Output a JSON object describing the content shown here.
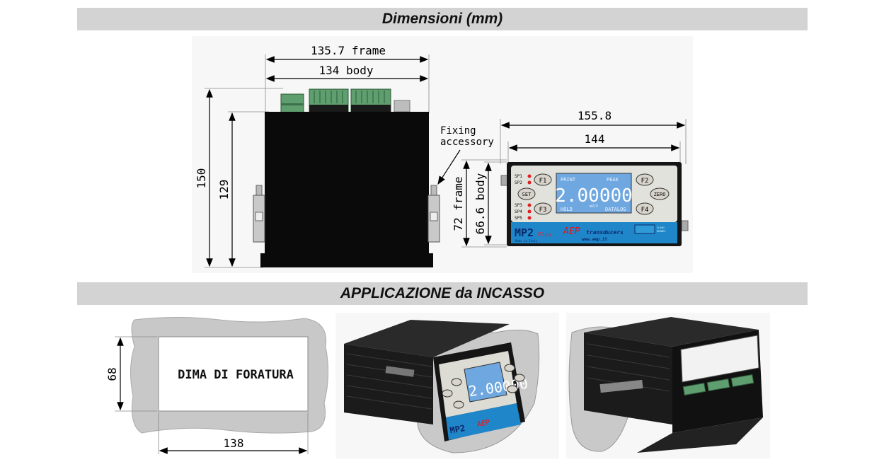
{
  "headers": {
    "dimensions": "Dimensioni (mm)",
    "application": "APPLICAZIONE da INCASSO"
  },
  "side_view": {
    "frame_width": "135.7 frame",
    "body_width": "134 body",
    "overall_height": "150",
    "body_height": "129",
    "fixing_accessory": [
      "Fixing",
      "accessory"
    ]
  },
  "front_view": {
    "frame_width": "155.8",
    "body_width": "144",
    "frame_height": "72 frame",
    "body_height": "66.6 body"
  },
  "instrument": {
    "display_value": "2.00000",
    "display_unit": "mV/V",
    "display_top": [
      "PRINT",
      "PEAK"
    ],
    "display_bottom": [
      "HOLD",
      "DATALOG"
    ],
    "left_leds_top": [
      "SP1",
      "SP2"
    ],
    "left_leds_bottom": [
      "SP3",
      "SP4",
      "SP5"
    ],
    "buttons": [
      "F1",
      "SET",
      "F3",
      "F2",
      "ZERO",
      "F4"
    ],
    "model": "MP2",
    "model_suffix": "Plus",
    "brand": "AEP",
    "brand_suffix": "transducers",
    "website": "www.aep.it",
    "made_in": "Made in Italy",
    "flash_label": [
      "FLASH",
      "MEMORY"
    ]
  },
  "cutout": {
    "label": "DIMA DI FORATURA",
    "height": "68",
    "width": "138"
  },
  "colors": {
    "banner": "#d3d3d3",
    "body": "#0a0a0a",
    "connector": "#5f9e6e",
    "panel_face": "#e2e2dc",
    "display": "#6fa8e0",
    "label_band": "#1f86c9",
    "wall": "#c8c8c8"
  }
}
